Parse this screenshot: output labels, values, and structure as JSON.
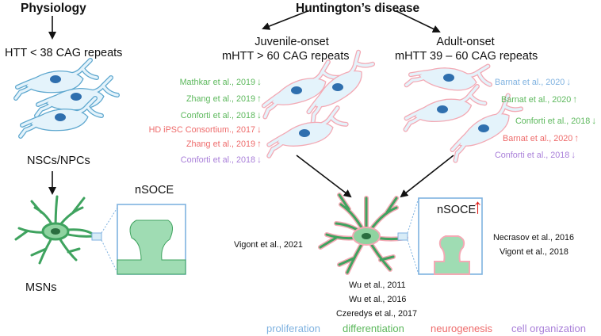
{
  "headings": {
    "physiology": "Physiology",
    "huntingtons": "Huntington’s disease"
  },
  "physiology": {
    "htt": "HTT < 38 CAG repeats",
    "nscs": "NSCs/NPCs",
    "msns": "MSNs",
    "nsoce": "nSOCE"
  },
  "juvenile": {
    "title": "Juvenile-onset",
    "repeats": "mHTT > 60 CAG repeats",
    "citations": [
      {
        "text": "Mathkar et al., 2019",
        "arrow": "↓",
        "category": "differentiation"
      },
      {
        "text": "Zhang et al., 2019",
        "arrow": "↑",
        "category": "differentiation"
      },
      {
        "text": "Conforti et al., 2018",
        "arrow": "↓",
        "category": "differentiation"
      },
      {
        "text": "HD iPSC Consortium., 2017",
        "arrow": "↓",
        "category": "neurogenesis"
      },
      {
        "text": "Zhang et al., 2019",
        "arrow": "↑",
        "category": "neurogenesis"
      },
      {
        "text": "Conforti et al., 2018",
        "arrow": "↓",
        "category": "cell organization"
      }
    ]
  },
  "adult": {
    "title": "Adult-onset",
    "repeats": "mHTT 39 – 60 CAG repeats",
    "citations": [
      {
        "text": "Barnat et al., 2020",
        "arrow": "↓",
        "category": "proliferation"
      },
      {
        "text": "Barnat et al., 2020",
        "arrow": "↑",
        "category": "differentiation"
      },
      {
        "text": "Conforti et al., 2018",
        "arrow": "↓",
        "category": "differentiation"
      },
      {
        "text": "Barnat et al., 2020",
        "arrow": "↑",
        "category": "neurogenesis"
      },
      {
        "text": "Conforti et al., 2018",
        "arrow": "↓",
        "category": "cell organization"
      }
    ]
  },
  "hd_msn": {
    "nsoce": "nSOCE",
    "nsoce_arrow": "↑",
    "left_citation": "Vigont et al., 2021",
    "right_citations": [
      "Necrasov et al., 2016",
      "Vigont et al., 2018"
    ],
    "bottom_citations": [
      "Wu et al., 2011",
      "Wu et al., 2016",
      "Czeredys et al., 2017"
    ]
  },
  "legend": [
    {
      "label": "proliferation",
      "color": "#7fb2e0"
    },
    {
      "label": "differentiation",
      "color": "#5cb85c"
    },
    {
      "label": "neurogenesis",
      "color": "#ee6b6b"
    },
    {
      "label": "cell organization",
      "color": "#a97fd9"
    }
  ],
  "colors": {
    "proliferation": "#7fb2e0",
    "differentiation": "#5cb85c",
    "neurogenesis": "#ee6b6b",
    "cell organization": "#a97fd9",
    "up_arrow_red": "#e0201b"
  }
}
